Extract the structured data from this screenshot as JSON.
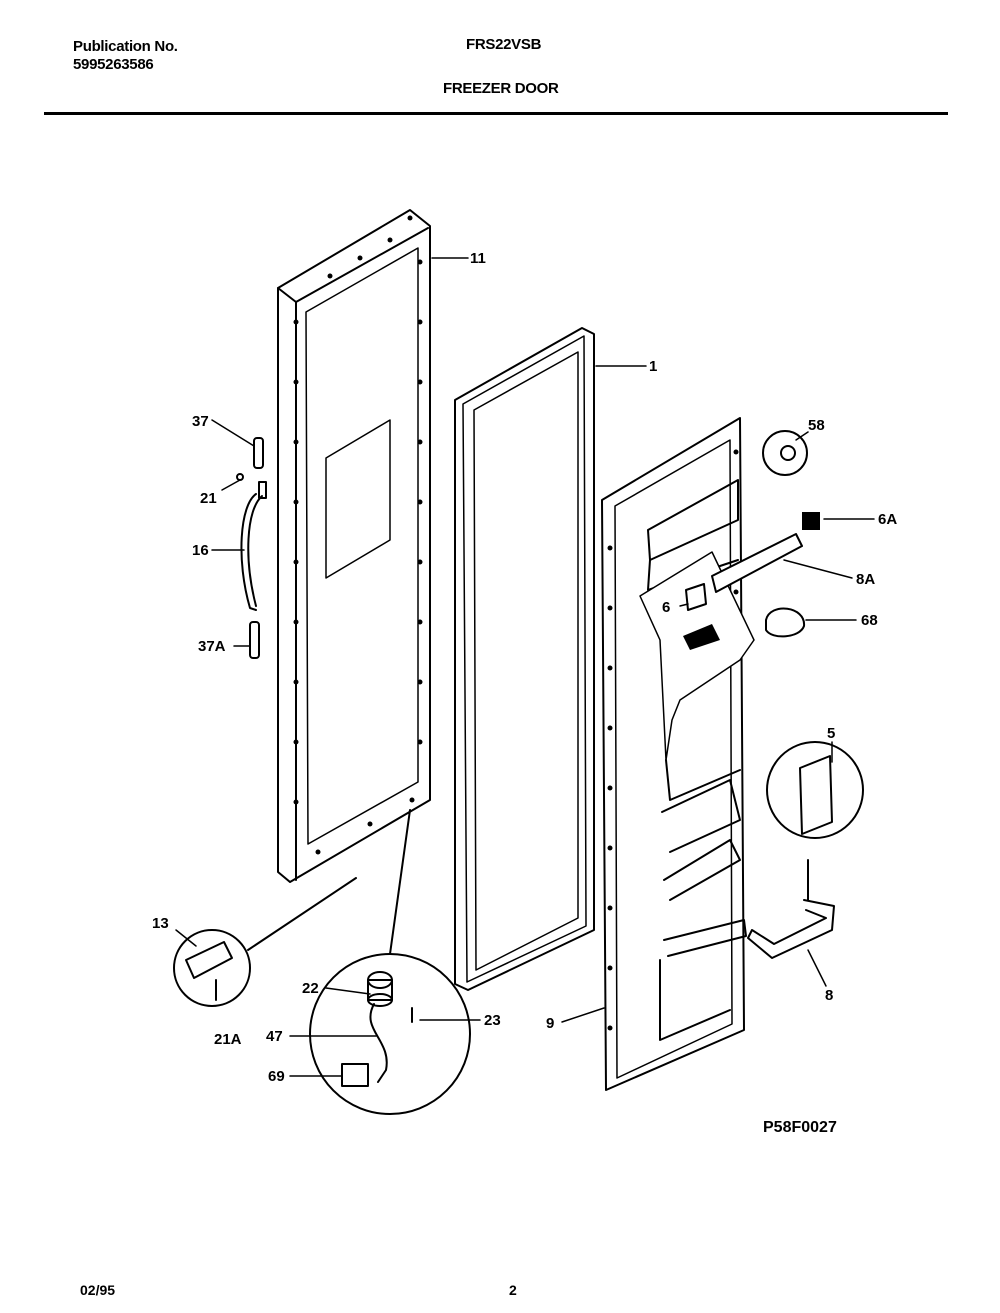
{
  "header": {
    "publication_label": "Publication No.",
    "publication_number": "5995263586",
    "model": "FRS22VSB",
    "section_title": "FREEZER DOOR"
  },
  "callouts": {
    "c11": "11",
    "c1": "1",
    "c37": "37",
    "c21": "21",
    "c16": "16",
    "c37a": "37A",
    "c58": "58",
    "c6a": "6A",
    "c8a": "8A",
    "c6": "6",
    "c68": "68",
    "c5": "5",
    "c13": "13",
    "c21a": "21A",
    "c22": "22",
    "c23": "23",
    "c47": "47",
    "c69": "69",
    "c9": "9",
    "c8": "8"
  },
  "drawing_code": "P58F0027",
  "footer": {
    "date": "02/95",
    "page": "2"
  }
}
